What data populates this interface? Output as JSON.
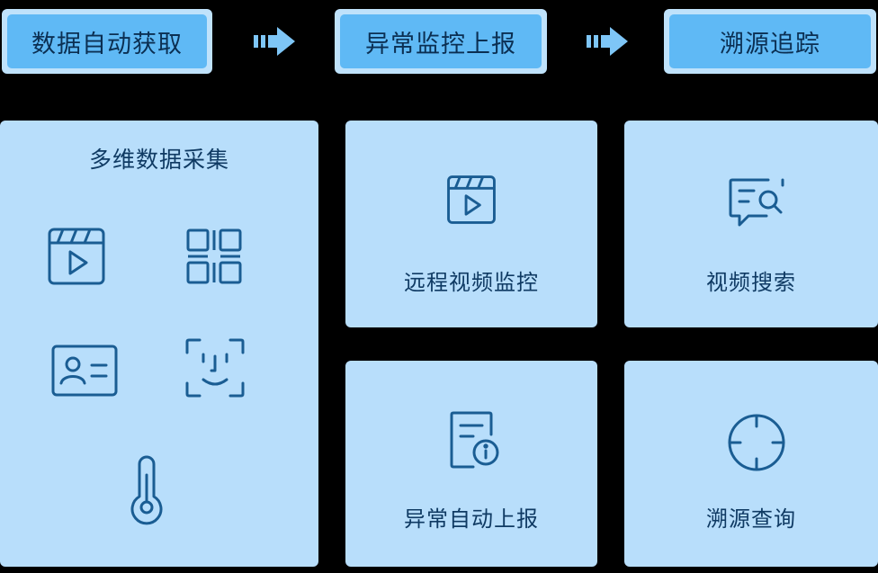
{
  "colors": {
    "background": "#000000",
    "header_outer": "#bfe2fb",
    "header_inner": "#5fb9f5",
    "card": "#b8defb",
    "icon_stroke": "#1a5d93",
    "arrow": "#7ec6f7"
  },
  "stages": [
    {
      "title": "数据自动获取"
    },
    {
      "title": "异常监控上报"
    },
    {
      "title": "溯源追踪"
    }
  ],
  "collection": {
    "title": "多维数据采集",
    "icons": [
      "video-icon",
      "qr-code-icon",
      "id-card-icon",
      "face-scan-icon",
      "thermometer-icon"
    ]
  },
  "cards": {
    "remote_monitor": {
      "label": "远程视频监控",
      "icon": "video-icon"
    },
    "video_search": {
      "label": "视频搜索",
      "icon": "search-message-icon"
    },
    "auto_report": {
      "label": "异常自动上报",
      "icon": "document-alert-icon"
    },
    "trace_query": {
      "label": "溯源查询",
      "icon": "crosshair-icon"
    }
  }
}
